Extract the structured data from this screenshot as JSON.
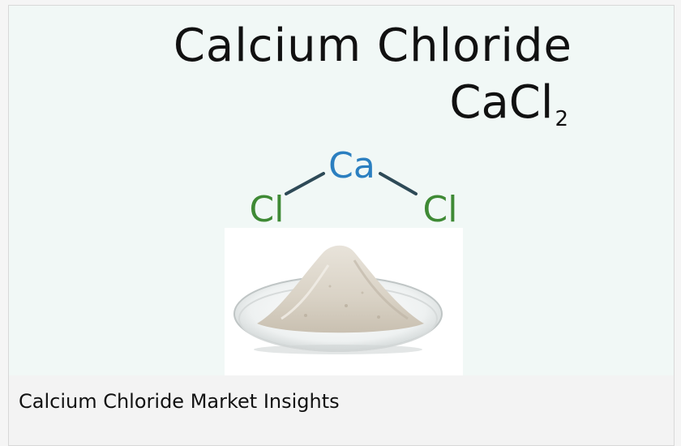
{
  "hero": {
    "title": "Calcium Chloride",
    "formula_main": "CaCl",
    "formula_sub": "2",
    "structure": {
      "center_atom": "Ca",
      "left_atom": "Cl",
      "right_atom": "Cl"
    }
  },
  "caption": "Calcium Chloride Market Insights",
  "colors": {
    "calcium": "#2b7fc0",
    "chlorine": "#3f8a35",
    "bond": "#2e4a57",
    "hero_bg": "#f1f8f6"
  },
  "icons": {
    "photo": "powder-dish-photo"
  }
}
